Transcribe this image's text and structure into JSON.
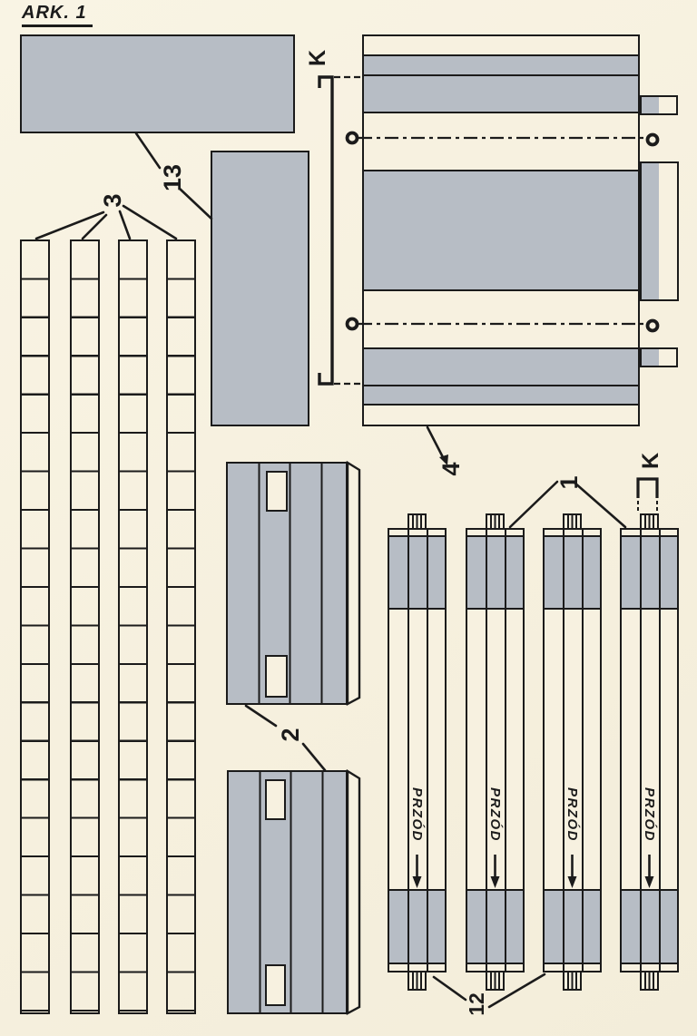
{
  "sheet": {
    "title": "ARK. 1",
    "type": "paper-model-cutout-sheet"
  },
  "colors": {
    "background": "#f7f1e0",
    "part_gray": "#b7bdc5",
    "line": "#1b1b1b"
  },
  "labels": {
    "part_13": "13",
    "part_3": "3",
    "part_4": "4",
    "part_2": "2",
    "part_1": "1",
    "part_12": "12",
    "section_marker": "K",
    "front_marking": "PRZÓD"
  },
  "parts_visible": [
    {
      "id": "13",
      "pieces": 2,
      "shape": "plain gray rectangles"
    },
    {
      "id": "3",
      "pieces": 4,
      "shape": "strips of 20 squares"
    },
    {
      "id": "4",
      "pieces": 1,
      "shape": "banded panel with 3 side tabs, 2 dash-dot center lines with eyelets, section K-K"
    },
    {
      "id": "2",
      "pieces": 2,
      "shape": "gray blocks with 4 fold columns and 2 slots each"
    },
    {
      "id": "1",
      "pieces": 4,
      "shape": "long strips with end tabs, gray bands and PRZÓD arrow"
    },
    {
      "id": "12",
      "pieces": 2,
      "shape": "small end connector tabs"
    }
  ]
}
